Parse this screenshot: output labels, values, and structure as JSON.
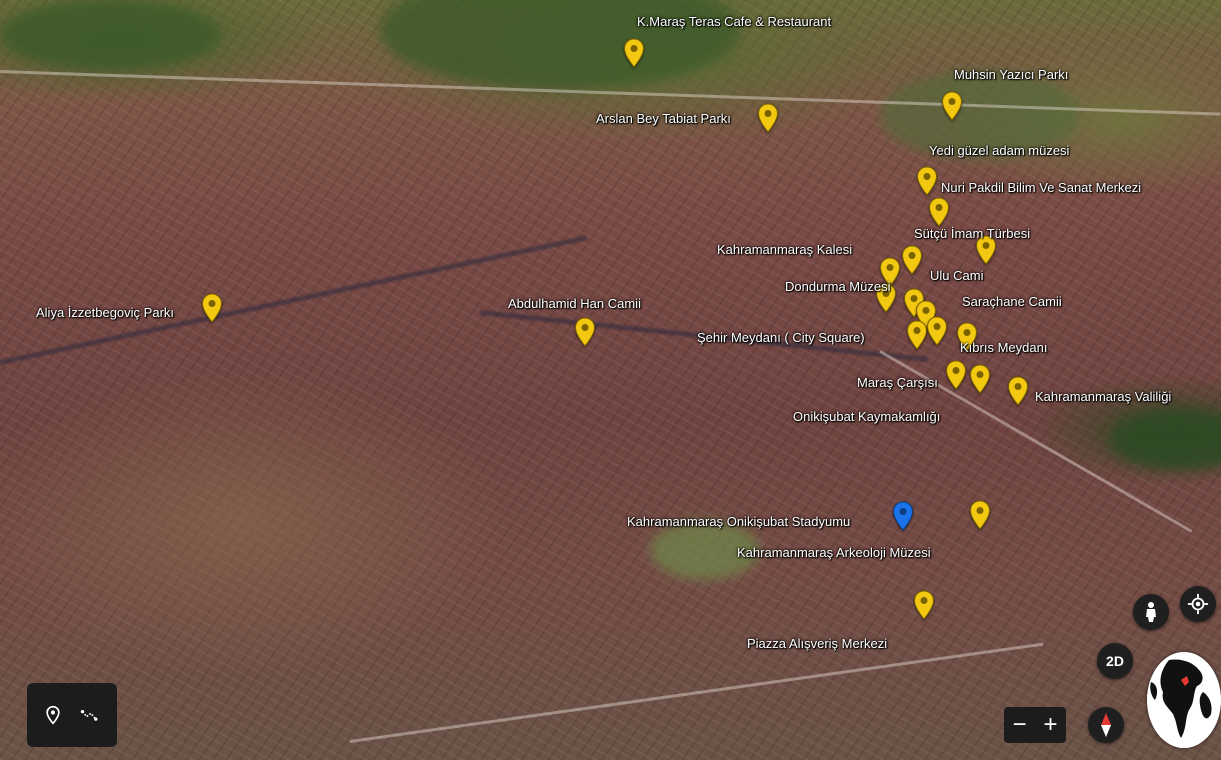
{
  "map": {
    "view": "3D satellite",
    "places": [
      {
        "name": "K.Maraş Teras Cafe & Restaurant",
        "type": "poi"
      },
      {
        "name": "Muhsin Yazıcı Parkı",
        "type": "park"
      },
      {
        "name": "Arslan Bey Tabiat Parkı",
        "type": "park"
      },
      {
        "name": "Yedi güzel adam müzesi",
        "type": "museum"
      },
      {
        "name": "Nuri Pakdil Bilim Ve Sanat Merkezi",
        "type": "poi"
      },
      {
        "name": "Sütçü İmam Türbesi",
        "type": "poi"
      },
      {
        "name": "Kahramanmaraş Kalesi",
        "type": "poi"
      },
      {
        "name": "Ulu Cami",
        "type": "mosque"
      },
      {
        "name": "Dondurma Müzesi",
        "type": "museum"
      },
      {
        "name": "Saraçhane Camii",
        "type": "mosque"
      },
      {
        "name": "Aliya İzzetbegoviç Parkı",
        "type": "park"
      },
      {
        "name": "Abdulhamid Han Camii",
        "type": "mosque"
      },
      {
        "name": "Şehir Meydanı ( City Square)",
        "type": "poi"
      },
      {
        "name": "Kıbrıs Meydanı",
        "type": "poi"
      },
      {
        "name": "Maraş Çarşısı",
        "type": "poi"
      },
      {
        "name": "Kahramanmaraş Valiliği",
        "type": "poi"
      },
      {
        "name": "Onikişubat Kaymakamlığı",
        "type": "poi"
      },
      {
        "name": "Kahramanmaraş Onikişubat Stadyumu",
        "type": "stadium"
      },
      {
        "name": "Kahramanmaraş Arkeoloji Müzesi",
        "type": "museum"
      },
      {
        "name": "Piazza Alışveriş Merkezi",
        "type": "mall"
      }
    ],
    "marker_colors": {
      "poi": "#f2c811",
      "selected": "#1a73e8"
    }
  },
  "controls": {
    "view_toggle_label": "2D",
    "zoom_out_label": "−",
    "zoom_in_label": "+",
    "icons": [
      "place-icon",
      "path-icon",
      "pegman-icon",
      "my-location-icon",
      "compass-icon",
      "globe-icon"
    ]
  }
}
